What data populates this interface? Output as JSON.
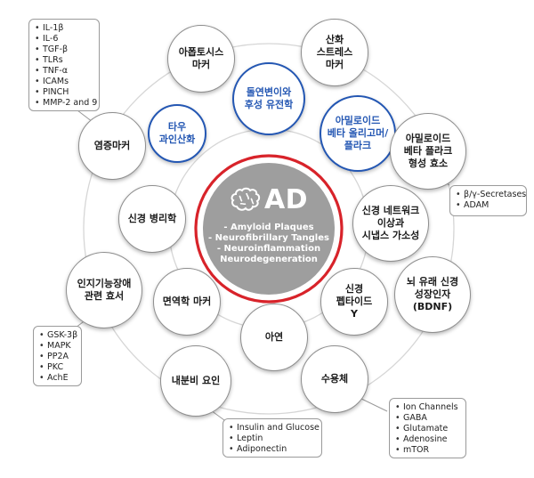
{
  "center": {
    "title": "AD",
    "items": [
      "- Amyloid Plaques",
      "- Neurofibrillary Tangles",
      "- Neuroinflammation",
      "Neurodegeneration"
    ]
  },
  "inner_nodes": {
    "tau": "타우\n과인산화",
    "mutation": "돌연변이와\n후성 유전학",
    "amyloid_oligomer": "아밀로이드\n베타 올리고머/\n플라크"
  },
  "nodes": {
    "apoptosis": "아폽토시스\n마커",
    "oxidative_stress": "산화\n스트레스\n마커",
    "inflammation": "염증마커",
    "amyloid_enzyme": "아밀로이드\n베타 플라크\n형성 효소",
    "neuropathology": "신경 병리학",
    "neural_network": "신경 네트워크\n이상과\n시냅스 가소성",
    "cognitive": "인지기능장애\n관련 효서",
    "bdnf": "뇌 유래 신경\n성장인자\n(BDNF)",
    "immunology": "면역학 마커",
    "npy": "신경\n펩타이드\nY",
    "zinc": "아연",
    "endocrine": "내분비 요인",
    "receptor": "수용체"
  },
  "boxes": {
    "inflammation": [
      "IL-1β",
      "IL-6",
      "TGF-β",
      "TLRs",
      "TNF-α",
      "ICAMs",
      "PINCH",
      "MMP-2 and 9"
    ],
    "secretases": [
      "β/γ-Secretases",
      "ADAM"
    ],
    "kinases": [
      "GSK-3β",
      "MAPK",
      "PP2A",
      "PKC",
      "AchE"
    ],
    "receptors": [
      "Ion Channels",
      "GABA",
      "Glutamate",
      "Adenosine",
      "mTOR"
    ],
    "endocrine": [
      "Insulin and Glucose",
      "Leptin",
      "Adiponectin"
    ]
  },
  "colors": {
    "ring": "#d6d6d6",
    "inner_ring_red": "#d8232a",
    "blue_accent": "#2457b3",
    "center_fill": "#9e9e9e"
  },
  "icons": {
    "center": "brain-icon"
  }
}
